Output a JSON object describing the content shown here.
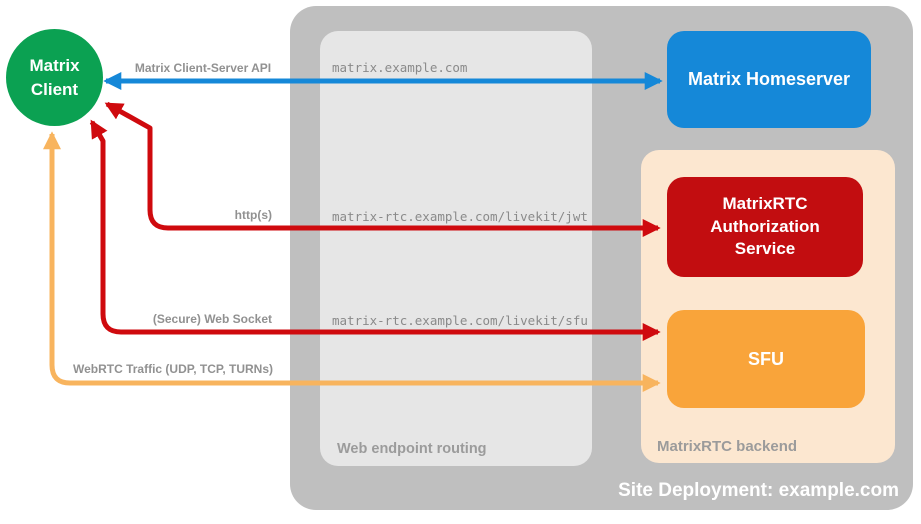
{
  "colors": {
    "container_bg": "#bfbfbf",
    "routing_bg": "#e6e6e6",
    "backend_bg": "#fce7d0",
    "homeserver_bg": "#1588d8",
    "auth_bg": "#c20d10",
    "sfu_bg": "#f9a43a",
    "client_bg": "#0ba152",
    "arrow_blue": "#1588d8",
    "arrow_red": "#cf0a0e",
    "arrow_orange": "#f8b45e",
    "url_gray": "#8a8a8a",
    "label_gray": "#919191",
    "section_gray": "#9b9b9b"
  },
  "client": {
    "label": "Matrix Client"
  },
  "container": {
    "footer": "Site Deployment: example.com"
  },
  "homeserver": {
    "label": "Matrix Homeserver"
  },
  "routing": {
    "label": "Web endpoint routing",
    "endpoints": [
      "matrix.example.com",
      "matrix-rtc.example.com/livekit/jwt",
      "matrix-rtc.example.com/livekit/sfu"
    ]
  },
  "backend": {
    "label": "MatrixRTC backend",
    "auth_label": "MatrixRTC Authorization Service",
    "sfu_label": "SFU"
  },
  "arrows": {
    "client_server_api": "Matrix Client-Server API",
    "https": "http(s)",
    "websocket": "(Secure) Web Socket",
    "webrtc": "WebRTC Traffic (UDP, TCP, TURNs)"
  }
}
